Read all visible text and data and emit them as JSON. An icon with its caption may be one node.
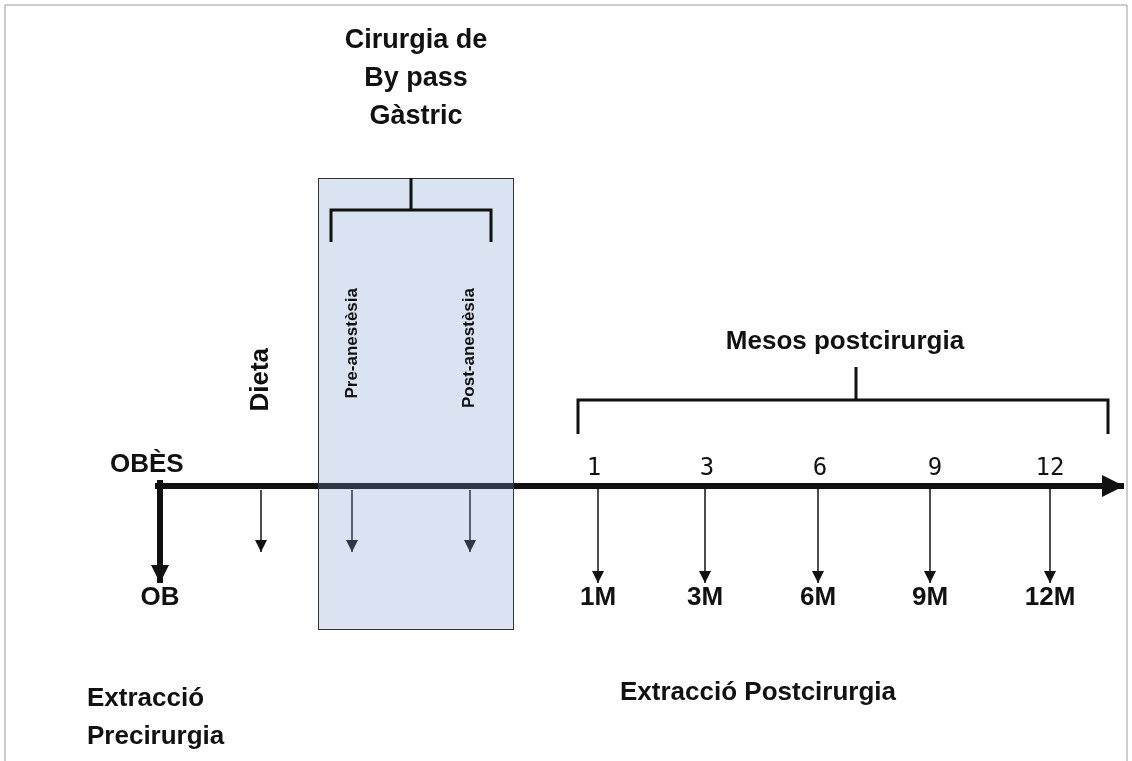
{
  "diagram": {
    "nodes": [
      {
        "text": [
          "Cirurgia de By pass Gàstric"
        ]
      },
      {
        "text": [
          "Pre-anestèsia"
        ],
        "in": 0
      },
      {
        "text": [
          "Post-anestèsia"
        ],
        "in": 0
      },
      {
        "text": [
          "Dieta"
        ]
      },
      {
        "text": [
          "OB"
        ]
      },
      {
        "text": [
          "1M"
        ]
      },
      {
        "text": [
          "3M"
        ]
      },
      {
        "text": [
          "6M"
        ]
      },
      {
        "text": [
          "9M"
        ]
      },
      {
        "text": [
          "12M"
        ]
      }
    ],
    "edges": [
      {
        "from": null,
        "to": 4,
        "arrow": "to",
        "style": "thick"
      },
      {
        "from": null,
        "to": 5,
        "arrow": "to"
      },
      {
        "from": null,
        "to": 6,
        "arrow": "to"
      },
      {
        "from": null,
        "to": 7,
        "arrow": "to"
      },
      {
        "from": null,
        "to": 8,
        "arrow": "to"
      },
      {
        "from": null,
        "to": 9,
        "arrow": "to"
      }
    ],
    "labels": [
      "Mesos postcirurgia",
      "OBÈS",
      "1",
      "3",
      "6",
      "9",
      "12",
      "Extracció Precirurgia",
      "Extracció Postcirurgia"
    ]
  }
}
